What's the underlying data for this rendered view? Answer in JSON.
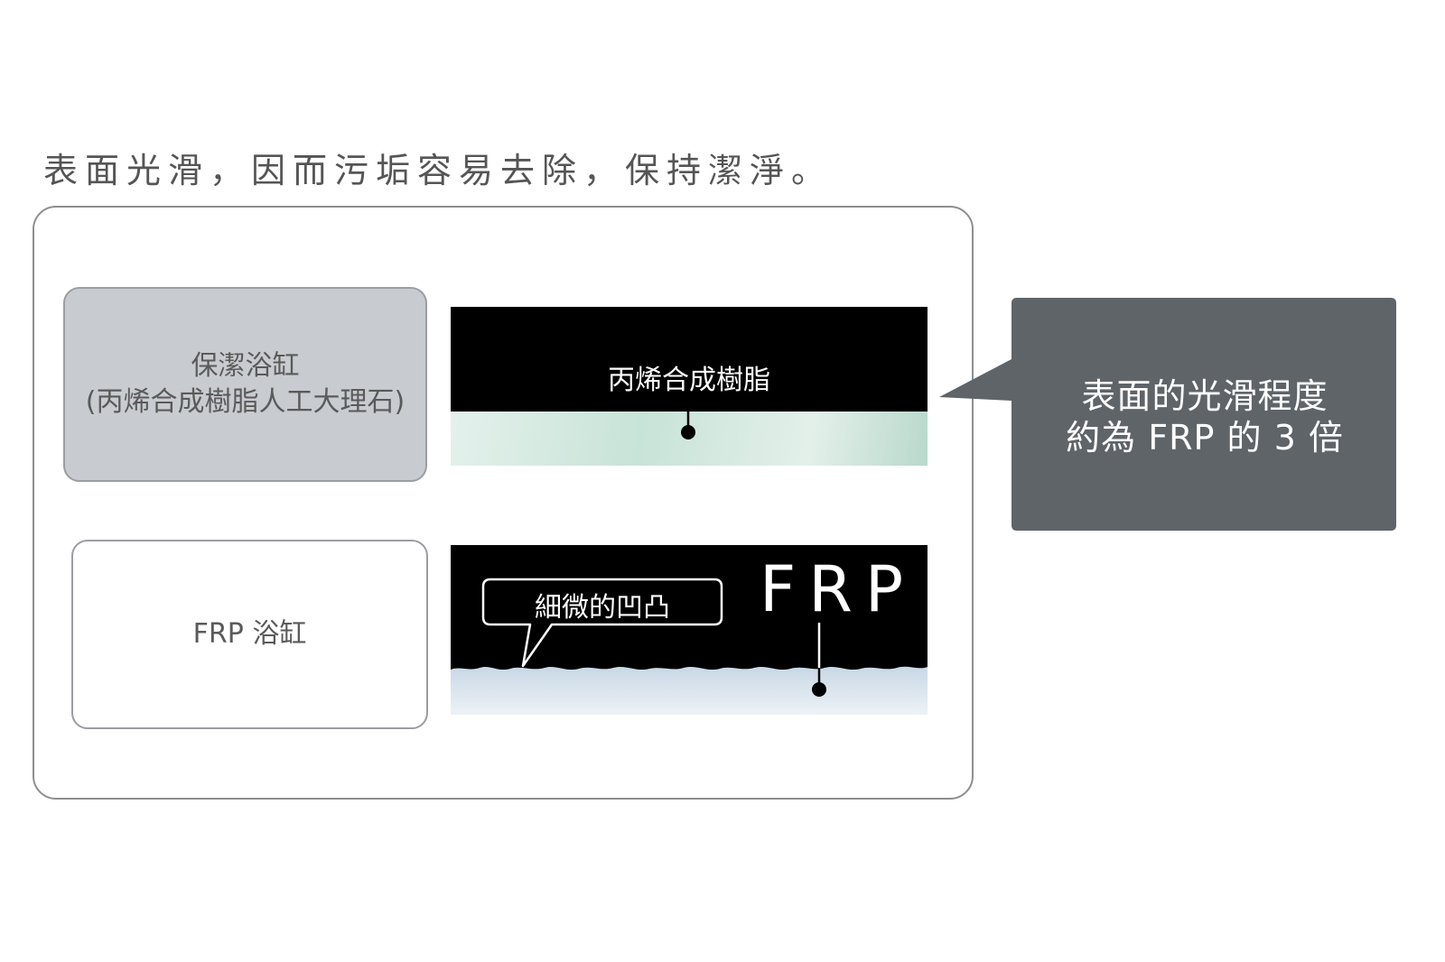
{
  "headline": "表面光滑，因而污垢容易去除，保持潔淨。",
  "acrylic": {
    "name": "保潔浴缸",
    "subname": "(丙烯合成樹脂人工大理石)",
    "material_label": "丙烯合成樹脂"
  },
  "frp": {
    "name": "FRP 浴缸",
    "material_label": "FRP",
    "bubble": "細微的凹凸"
  },
  "callout": {
    "line1": "表面的光滑程度",
    "line2": "約為 FRP 的 3 倍"
  },
  "colors": {
    "callout_bg": "#5f6469",
    "acrylic_box_bg": "#c8cbcf",
    "panel_bg": "#000000",
    "smooth_surface": "#cde6dc",
    "rough_surface": "#dbe6ef"
  }
}
